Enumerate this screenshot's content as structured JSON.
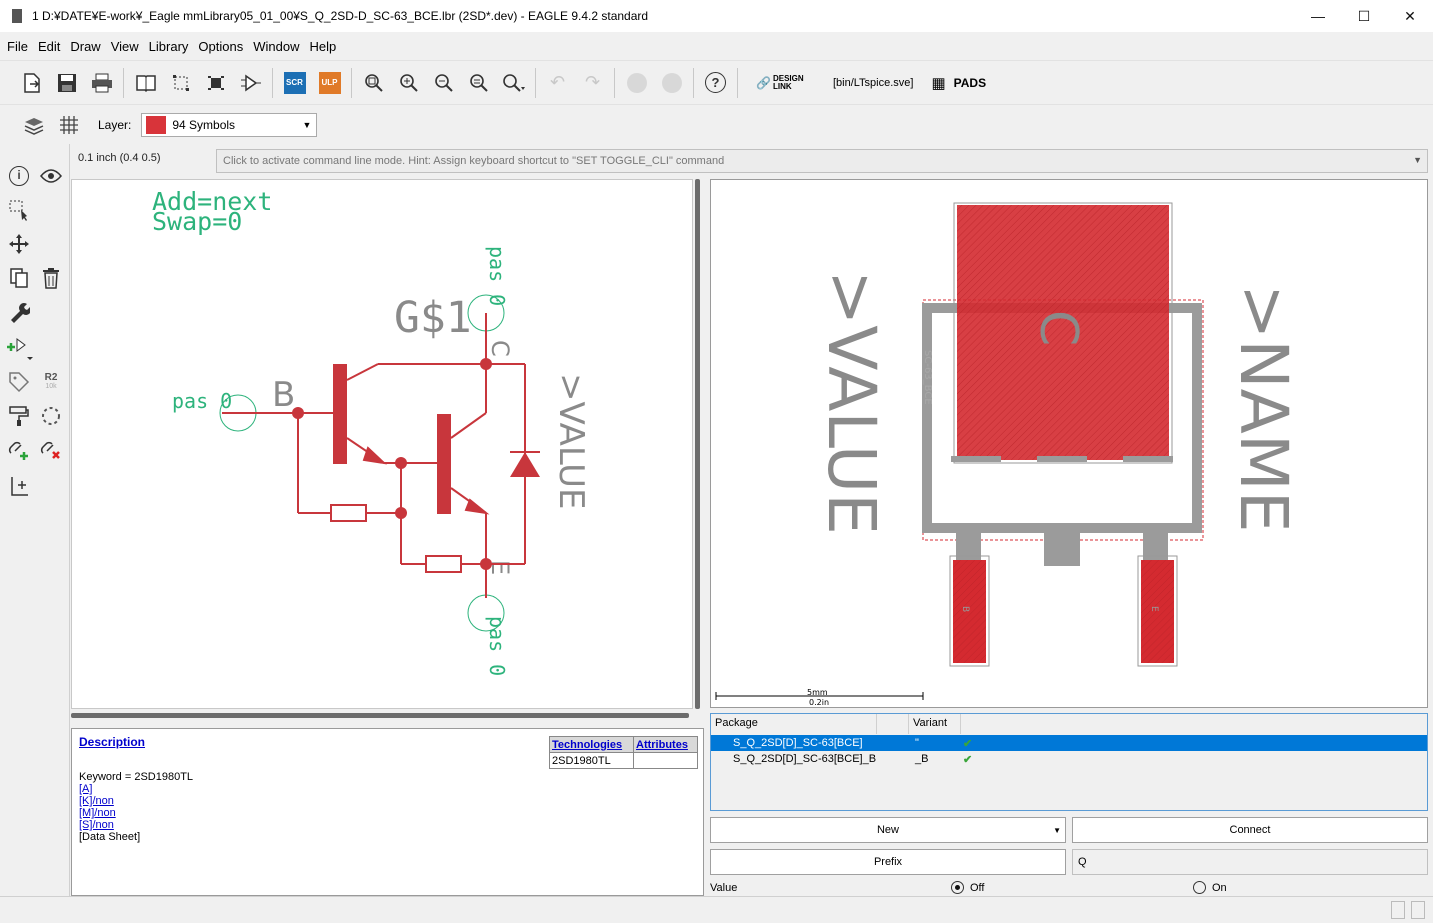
{
  "window": {
    "title": "1 D:¥DATE¥E-work¥_Eagle mmLibrary05_01_00¥S_Q_2SD-D_SC-63_BCE.lbr (2SD*.dev) - EAGLE 9.4.2 standard",
    "minimize": "—",
    "maximize": "☐",
    "close": "✕"
  },
  "menu": [
    "File",
    "Edit",
    "Draw",
    "View",
    "Library",
    "Options",
    "Window",
    "Help"
  ],
  "toolbar": {
    "scr_label": "SCR",
    "ulp_label": "ULP",
    "design_link_label": "DESIGN LINK",
    "ltspice_label": "[bin/LTspice.sve]",
    "pads_label": "PADS",
    "help_label": "?"
  },
  "layer_bar": {
    "label": "Layer:",
    "selected": "94 Symbols",
    "swatch_color": "#d8343a"
  },
  "left_tools": {
    "r2_label": "R2",
    "r2_sub": "10k"
  },
  "coord_readout": "0.1 inch (0.4 0.5)",
  "command_line": {
    "placeholder": "Click to activate command line mode. Hint: Assign keyboard shortcut to \"SET TOGGLE_CLI\" command"
  },
  "schematic": {
    "add_text": "Add=next",
    "swap_text": "Swap=0",
    "gate_name": "G$1",
    "pin_b": "B",
    "pin_c": "C",
    "pin_e": "E",
    "pas_left": "pas 0",
    "pas_top": "pas 0",
    "pas_bottom": "pas 0",
    "value_label": ">VALUE"
  },
  "package_view": {
    "value_label": ">VALUE",
    "name_label": ">NAME",
    "pad_c": "C",
    "pad_b": "B",
    "pad_e": "E",
    "silk_text": "SC-63_BCE",
    "scale_mm": "5mm",
    "scale_in": "0.2in"
  },
  "description": {
    "title": "Description",
    "keyword": "Keyword = 2SD1980TL",
    "links": [
      "[A]",
      "[K]/non",
      "[M]/non",
      "[S]/non"
    ],
    "datasheet": "[Data Sheet]",
    "tech_header": "Technologies",
    "attr_header": "Attributes",
    "tech_value": "2SD1980TL"
  },
  "variants": {
    "col_package": "Package",
    "col_variant": "Variant",
    "rows": [
      {
        "package": "S_Q_2SD[D]_SC-63[BCE]",
        "variant": "\"",
        "selected": true
      },
      {
        "package": "S_Q_2SD[D]_SC-63[BCE]_B",
        "variant": "_B",
        "selected": false
      }
    ]
  },
  "buttons": {
    "new": "New",
    "connect": "Connect",
    "prefix": "Prefix",
    "prefix_value": "Q"
  },
  "value_row": {
    "label": "Value",
    "off": "Off",
    "on": "On",
    "selected": "Off"
  },
  "colors": {
    "schematic_red": "#c8363c",
    "pin_green": "#2db37c",
    "gray_text": "#8a8a8a",
    "pad_red": "#d42a30",
    "selection_blue": "#0078d7"
  }
}
